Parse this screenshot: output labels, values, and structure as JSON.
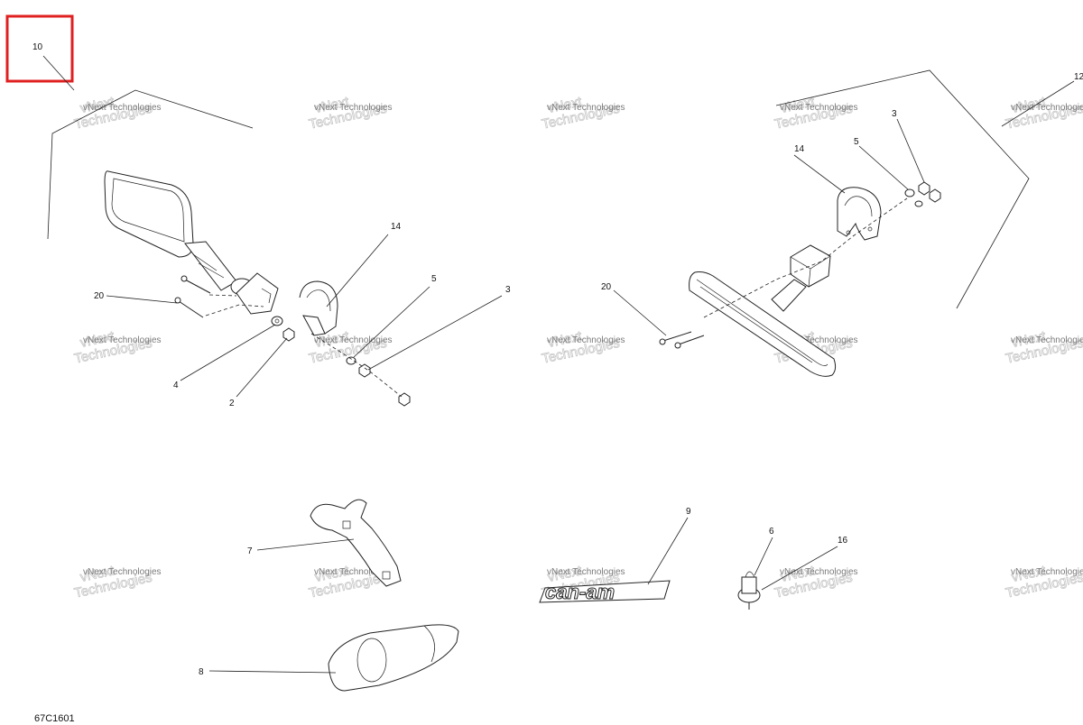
{
  "diagram": {
    "code": "67C1601",
    "watermark": {
      "line1": "vNext",
      "line2": "Technologies",
      "small": "vNext Technologies"
    },
    "logo_text": "can-am",
    "callouts": {
      "c10": "10",
      "c12": "12",
      "c14a": "14",
      "c20a": "20",
      "c5a": "5",
      "c3a": "3",
      "c4": "4",
      "c2": "2",
      "c3b": "3",
      "c5b": "5",
      "c14b": "14",
      "c20b": "20",
      "c9": "9",
      "c7": "7",
      "c6": "6",
      "c16": "16",
      "c8": "8"
    },
    "highlight_color": "#e02020"
  }
}
